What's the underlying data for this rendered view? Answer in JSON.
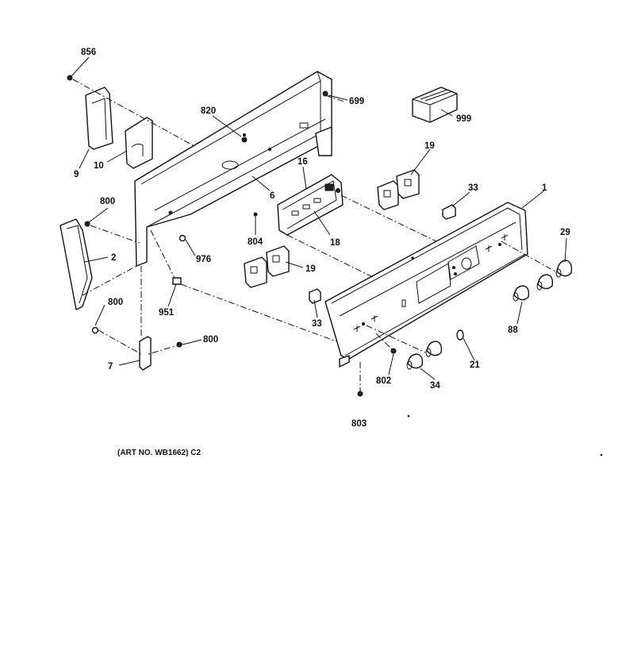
{
  "diagram": {
    "caption": "(ART NO. WB1662) C2",
    "callouts": {
      "c856": "856",
      "c9": "9",
      "c10": "10",
      "c820": "820",
      "c699": "699",
      "c999": "999",
      "c19a": "19",
      "c16": "16",
      "c6": "6",
      "c800a": "800",
      "c2": "2",
      "c976": "976",
      "c804": "804",
      "c18": "18",
      "c19b": "19",
      "c33a": "33",
      "c1": "1",
      "c29": "29",
      "c951": "951",
      "c800b": "800",
      "c33b": "33",
      "c88": "88",
      "c7": "7",
      "c800c": "800",
      "c802": "802",
      "c21": "21",
      "c34": "34",
      "c803": "803"
    }
  }
}
